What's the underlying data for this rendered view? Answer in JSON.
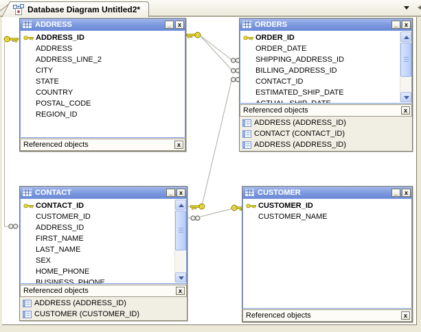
{
  "ui": {
    "tab_label": "Database Diagram Untitled2*",
    "referenced_objects_label": "Referenced objects",
    "minimize_glyph": "_",
    "close_glyph": "x",
    "panel_close_glyph": "x"
  },
  "windows": [
    {
      "title": "ADDRESS",
      "primary_key": "ADDRESS_ID",
      "fields": [
        "ADDRESS_ID",
        "ADDRESS",
        "ADDRESS_LINE_2",
        "CITY",
        "STATE",
        "COUNTRY",
        "POSTAL_CODE",
        "REGION_ID"
      ],
      "references": []
    },
    {
      "title": "ORDERS",
      "primary_key": "ORDER_ID",
      "fields": [
        "ORDER_ID",
        "ORDER_DATE",
        "SHIPPING_ADDRESS_ID",
        "BILLING_ADDRESS_ID",
        "CONTACT_ID",
        "ESTIMATED_SHIP_DATE",
        "ACTUAL_SHIP_DATE"
      ],
      "references": [
        "ADDRESS (ADDRESS_ID)",
        "CONTACT (CONTACT_ID)",
        "ADDRESS (ADDRESS_ID)"
      ]
    },
    {
      "title": "CONTACT",
      "primary_key": "CONTACT_ID",
      "fields": [
        "CONTACT_ID",
        "CUSTOMER_ID",
        "ADDRESS_ID",
        "FIRST_NAME",
        "LAST_NAME",
        "SEX",
        "HOME_PHONE",
        "BUSINESS_PHONE"
      ],
      "references": [
        "ADDRESS (ADDRESS_ID)",
        "CUSTOMER (CUSTOMER_ID)"
      ]
    },
    {
      "title": "CUSTOMER",
      "primary_key": "CUSTOMER_ID",
      "fields": [
        "CUSTOMER_ID",
        "CUSTOMER_NAME"
      ],
      "references": []
    }
  ],
  "relationships": [
    {
      "parent": "ADDRESS.ADDRESS_ID",
      "child": "CONTACT.ADDRESS_ID",
      "cardinality": "one-to-many"
    },
    {
      "parent": "ADDRESS.ADDRESS_ID",
      "child": "ORDERS.SHIPPING_ADDRESS_ID",
      "cardinality": "one-to-many"
    },
    {
      "parent": "ADDRESS.ADDRESS_ID",
      "child": "ORDERS.BILLING_ADDRESS_ID",
      "cardinality": "one-to-many"
    },
    {
      "parent": "CONTACT.CONTACT_ID",
      "child": "ORDERS.CONTACT_ID",
      "cardinality": "one-to-many"
    },
    {
      "parent": "CUSTOMER.CUSTOMER_ID",
      "child": "CONTACT.CUSTOMER_ID",
      "cardinality": "one-to-many"
    }
  ],
  "colors": {
    "chrome": "#ece9d8",
    "canvas": "#ffffff",
    "titlebar_top": "#a2b7ea",
    "titlebar_bottom": "#6b89d6",
    "list_border": "#7b9ce1",
    "connector_line": "#aeaaa0",
    "key_fill": "#ffef3a",
    "key_outline": "#8f8200"
  }
}
